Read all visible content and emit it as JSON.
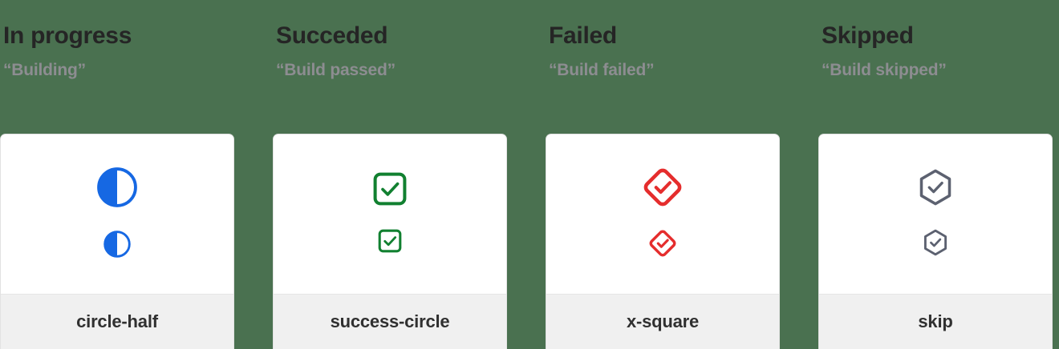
{
  "page": {
    "background_color": "#4a7150",
    "card_background": "#ffffff",
    "card_footer_background": "#f0f0f0",
    "title_color": "#252525",
    "subtitle_color": "#8d8d91"
  },
  "columns": [
    {
      "title": "In progress",
      "subtitle": "“Building”",
      "icon_name": "circle-half",
      "icon_label": "circle-half",
      "icon_color": "#1668e3"
    },
    {
      "title": "Succeded",
      "subtitle": "“Build passed”",
      "icon_name": "success-circle",
      "icon_label": "success-circle",
      "icon_color": "#118030"
    },
    {
      "title": "Failed",
      "subtitle": "“Build failed”",
      "icon_name": "x-square",
      "icon_label": "x-square",
      "icon_color": "#e52d2d"
    },
    {
      "title": "Skipped",
      "subtitle": "“Build skipped”",
      "icon_name": "skip",
      "icon_label": "skip",
      "icon_color": "#5c6170"
    }
  ]
}
